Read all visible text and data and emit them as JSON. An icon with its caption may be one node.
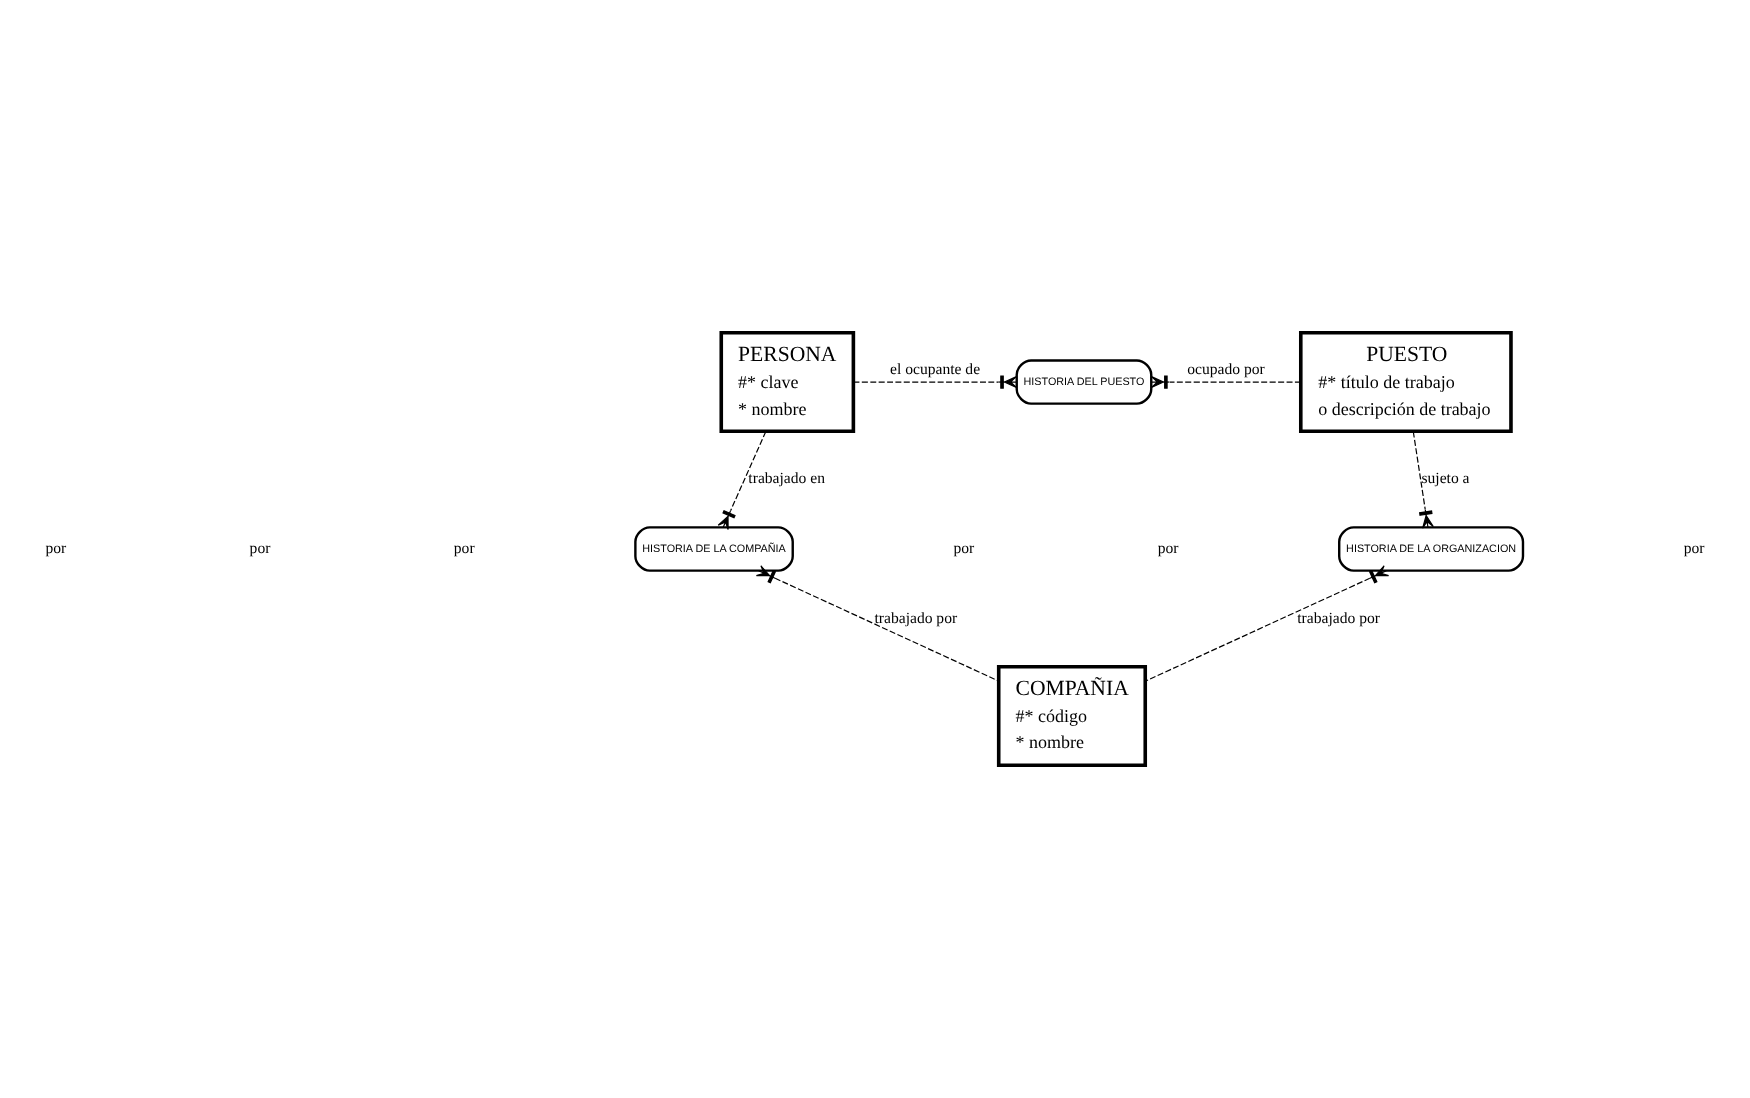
{
  "diagram": {
    "nodes": [
      {
        "text": [
          "PERSONA",
          "#* clave",
          "* nombre"
        ]
      },
      {
        "text": [
          "PUESTO",
          "#* título de trabajo",
          "o descripción de trabajo"
        ]
      },
      {
        "text": [
          "COMPAÑIA",
          "#* código",
          "* nombre"
        ]
      },
      {
        "text": [
          "HISTORIA DEL PUESTO"
        ]
      },
      {
        "text": [
          "HISTORIA DE LA COMPAÑIA"
        ]
      },
      {
        "text": [
          "HISTORIA DE LA ORGANIZACION"
        ]
      }
    ],
    "edges": [
      {
        "from": 0,
        "to": 3,
        "arrow": "other",
        "style": "dashed",
        "label": "el ocupante de"
      },
      {
        "from": 1,
        "to": 3,
        "arrow": "other",
        "style": "dashed",
        "label": "ocupado por"
      },
      {
        "from": 0,
        "to": 4,
        "arrow": "other",
        "style": "dashed",
        "label": "trabajado en"
      },
      {
        "from": 2,
        "to": 4,
        "arrow": "other",
        "style": "dashed",
        "label": "trabajado por"
      },
      {
        "from": 1,
        "to": 5,
        "arrow": "other",
        "style": "dashed",
        "label": "sujeto a"
      },
      {
        "from": 2,
        "to": 5,
        "arrow": "other",
        "style": "dashed",
        "label": "trabajado por"
      }
    ],
    "labels": [
      "por",
      "por",
      "por",
      "por",
      "por",
      "por"
    ]
  }
}
